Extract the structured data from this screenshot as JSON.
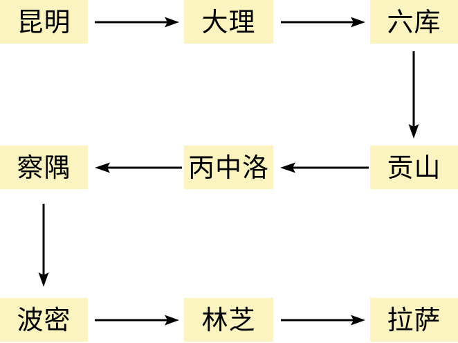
{
  "diagram": {
    "type": "flowchart",
    "title": "",
    "orientation": "serpentine-grid-3x3",
    "colors": {
      "node_fill": "#fbf4c0",
      "node_text": "#000000",
      "edge_stroke": "#000000",
      "background": "#ffffff"
    },
    "nodes": [
      {
        "id": "n1",
        "label": "昆明",
        "row": 1,
        "col": 1
      },
      {
        "id": "n2",
        "label": "大理",
        "row": 1,
        "col": 2
      },
      {
        "id": "n3",
        "label": "六库",
        "row": 1,
        "col": 3
      },
      {
        "id": "n4",
        "label": "贡山",
        "row": 2,
        "col": 3
      },
      {
        "id": "n5",
        "label": "丙中洛",
        "row": 2,
        "col": 2
      },
      {
        "id": "n6",
        "label": "察隅",
        "row": 2,
        "col": 1
      },
      {
        "id": "n7",
        "label": "波密",
        "row": 3,
        "col": 1
      },
      {
        "id": "n8",
        "label": "林芝",
        "row": 3,
        "col": 2
      },
      {
        "id": "n9",
        "label": "拉萨",
        "row": 3,
        "col": 3
      }
    ],
    "edges": [
      {
        "from": "昆明",
        "to": "大理",
        "direction": "right"
      },
      {
        "from": "大理",
        "to": "六库",
        "direction": "right"
      },
      {
        "from": "六库",
        "to": "贡山",
        "direction": "down"
      },
      {
        "from": "贡山",
        "to": "丙中洛",
        "direction": "left"
      },
      {
        "from": "丙中洛",
        "to": "察隅",
        "direction": "left"
      },
      {
        "from": "察隅",
        "to": "波密",
        "direction": "down"
      },
      {
        "from": "波密",
        "to": "林芝",
        "direction": "right"
      },
      {
        "from": "林芝",
        "to": "拉萨",
        "direction": "right"
      }
    ],
    "route_sequence": "昆明 → 大理 → 六库 → 贡山 → 丙中洛 → 察隅 → 波密 → 林芝 → 拉萨"
  }
}
